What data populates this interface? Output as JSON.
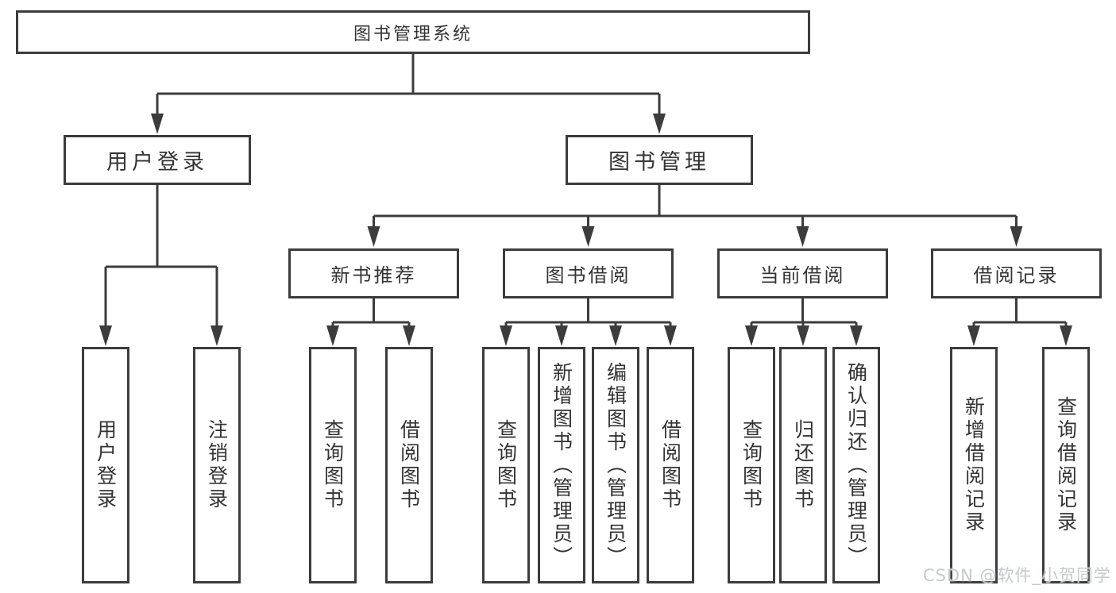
{
  "tree": {
    "root": {
      "label": "图书管理系统",
      "children": [
        {
          "label": "用户登录",
          "children": [
            {
              "label": "用户登录"
            },
            {
              "label": "注销登录"
            }
          ]
        },
        {
          "label": "图书管理",
          "children": [
            {
              "label": "新书推荐",
              "children": [
                {
                  "label": "查询图书"
                },
                {
                  "label": "借阅图书"
                }
              ]
            },
            {
              "label": "图书借阅",
              "children": [
                {
                  "label": "查询图书"
                },
                {
                  "label": "新增图书（管理员）"
                },
                {
                  "label": "编辑图书（管理员）"
                },
                {
                  "label": "借阅图书"
                }
              ]
            },
            {
              "label": "当前借阅",
              "children": [
                {
                  "label": "查询图书"
                },
                {
                  "label": "归还图书"
                },
                {
                  "label": "确认归还（管理员）"
                }
              ]
            },
            {
              "label": "借阅记录",
              "children": [
                {
                  "label": "新增借阅记录"
                },
                {
                  "label": "查询借阅记录"
                }
              ]
            }
          ]
        }
      ]
    }
  },
  "watermark": "CSDN @软件_小贺同学",
  "colors": {
    "line": "#3c3c3c",
    "border": "#3c3c3c",
    "text": "#333333",
    "background": "#ffffff",
    "watermark": "#c6c9cc"
  }
}
